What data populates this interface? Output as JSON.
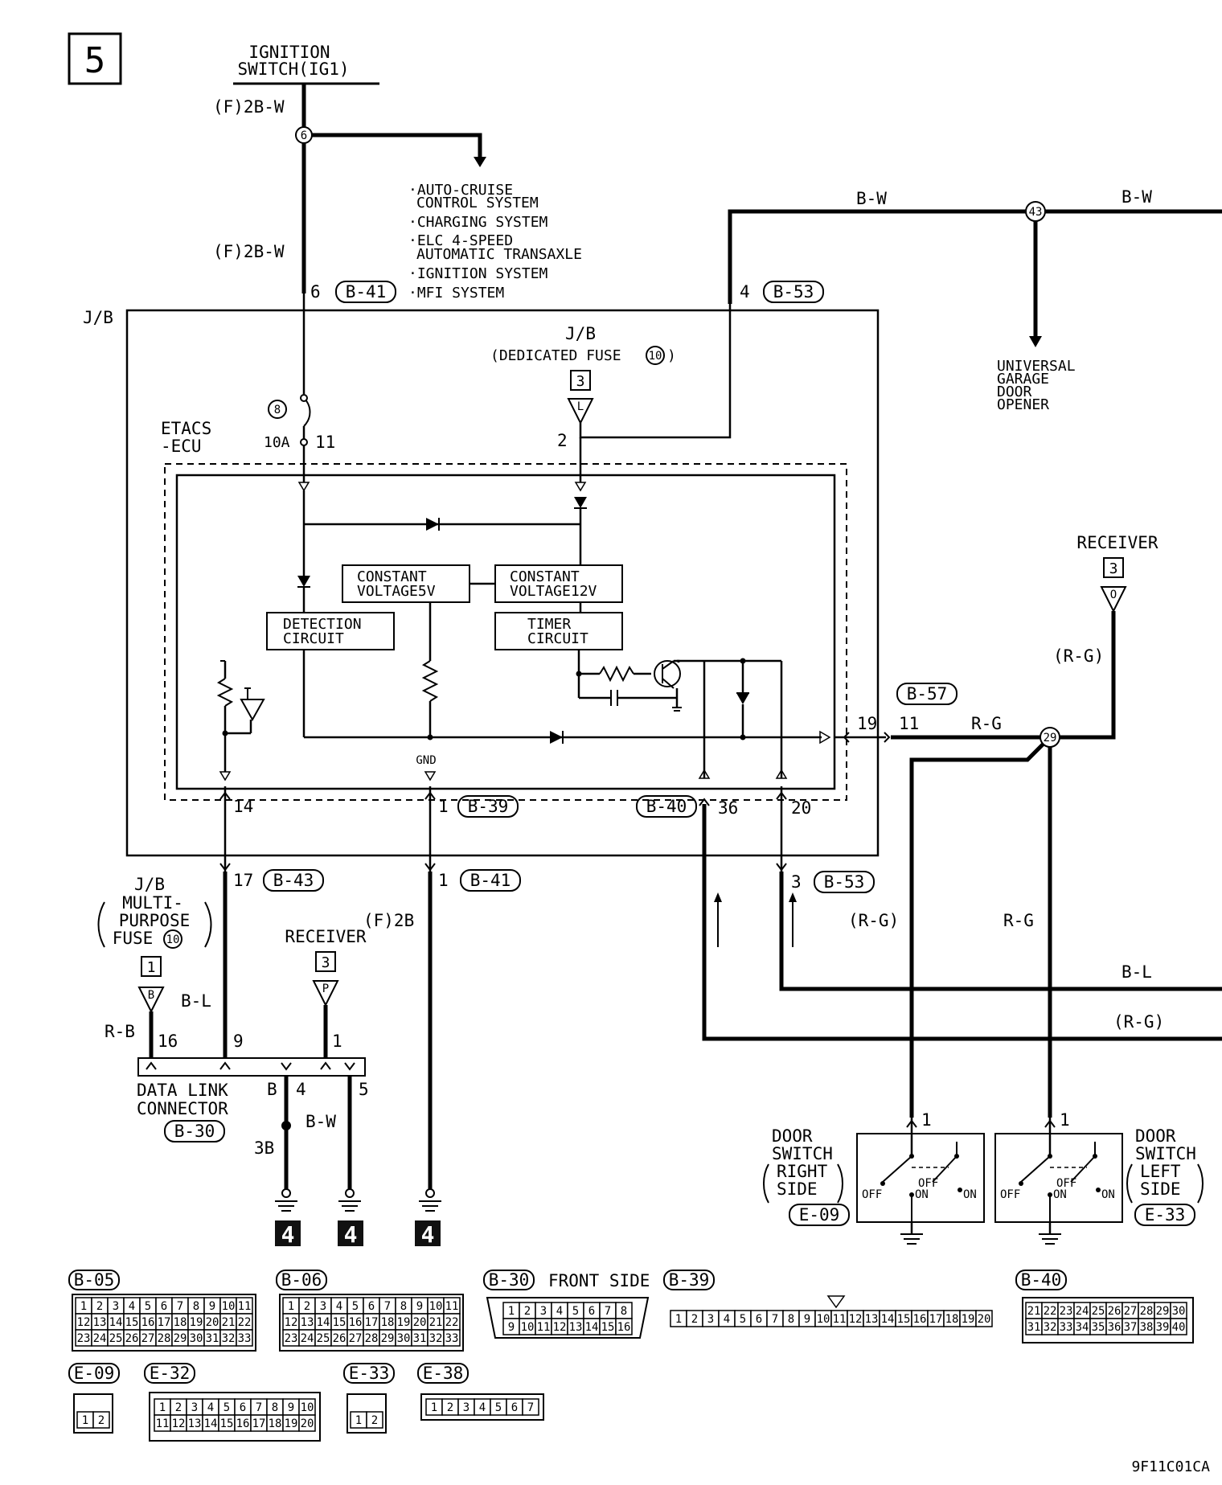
{
  "page_number": "5",
  "ignition_switch": {
    "line1": "IGNITION",
    "line2": "SWITCH(IG1)"
  },
  "wire_fb2bw_top": "(F)2B-W",
  "wire_fb2bw_mid": "(F)2B-W",
  "junction_6": "6",
  "branch_systems": [
    {
      "text": "·AUTO-CRUISE"
    },
    {
      "text": "CONTROL SYSTEM"
    },
    {
      "text": "·CHARGING SYSTEM"
    },
    {
      "text": "·ELC 4-SPEED"
    },
    {
      "text": "AUTOMATIC TRANSAXLE"
    },
    {
      "text": "·IGNITION SYSTEM"
    },
    {
      "text": "·MFI SYSTEM"
    }
  ],
  "jb_label": "J/B",
  "pin_6": "6",
  "conn_b41_top": "B-41",
  "pin_4": "4",
  "conn_b53_top": "B-53",
  "wire_bw_left": "B-W",
  "wire_bw_right": "B-W",
  "junction_43": "43",
  "universal_garage": [
    "UNIVERSAL",
    "GARAGE",
    "DOOR",
    "OPENER"
  ],
  "jb_dedicated": {
    "line1": "J/B",
    "line2": "(DEDICATED FUSE",
    "fuse": "10",
    "line2_end": ")",
    "box": "3",
    "conn": "L"
  },
  "fuse_8": "8",
  "fuse_10a": "10A",
  "pin_11_top": "11",
  "pin_2": "2",
  "etacs": {
    "line1": "ETACS",
    "line2": "-ECU"
  },
  "constant_5v": {
    "line1": "CONSTANT",
    "line2": "VOLTAGE5V"
  },
  "constant_12v": {
    "line1": "CONSTANT",
    "line2": "VOLTAGE12V"
  },
  "detection": {
    "line1": "DETECTION",
    "line2": "CIRCUIT"
  },
  "timer": {
    "line1": "TIMER",
    "line2": "CIRCUIT"
  },
  "gnd": "GND",
  "receiver_right": {
    "label": "RECEIVER",
    "box": "3",
    "conn": "O"
  },
  "wire_rg_paren_top": "(R-G)",
  "conn_b57": "B-57",
  "pin_19": "19",
  "pin_11_right": "11",
  "wire_rg_right": "R-G",
  "junction_29": "29",
  "pin_14": "14",
  "pin_1_b39": "1",
  "conn_b39": "B-39",
  "conn_b40": "B-40",
  "pin_36": "36",
  "pin_20": "20",
  "pin_17": "17",
  "conn_b43": "B-43",
  "pin_1_b41": "1",
  "conn_b41_bottom": "B-41",
  "pin_3": "3",
  "conn_b53_bottom": "B-53",
  "wire_f2b": "(F)2B",
  "wire_rg_paren_mid": "(R-G)",
  "wire_rg_mid": "R-G",
  "jb_multi": {
    "line1": "J/B",
    "line2": "MULTI-",
    "line3": "PURPOSE",
    "line4": "FUSE",
    "fuse": "10",
    "box": "1",
    "conn": "B"
  },
  "receiver_left": {
    "label": "RECEIVER",
    "box": "3",
    "conn": "P"
  },
  "wire_bl_left": "B-L",
  "wire_rb": "R-B",
  "wire_bl_right": "B-L",
  "wire_rg_bottom": "(R-G)",
  "dlc_pins": [
    "16",
    "9",
    "1",
    "4",
    "5"
  ],
  "dlc": {
    "line1": "DATA LINK",
    "line2": "CONNECTOR",
    "conn": "B-30"
  },
  "wire_b": "B",
  "wire_bw_bottom": "B-W",
  "wire_3b": "3B",
  "ground_ref": "4",
  "door_right": {
    "line1": "DOOR",
    "line2": "SWITCH",
    "line3": "RIGHT",
    "line4": "SIDE",
    "conn": "E-09",
    "pin": "1",
    "off": "OFF",
    "off2": "OFF",
    "on": "ON",
    "on2": "ON"
  },
  "door_left": {
    "line1": "DOOR",
    "line2": "SWITCH",
    "line3": "LEFT",
    "line4": "SIDE",
    "conn": "E-33",
    "pin": "1",
    "off": "OFF",
    "off2": "OFF",
    "on": "ON",
    "on2": "ON"
  },
  "connectors": {
    "b05": "B-05",
    "b06": "B-06",
    "b30": "B-30",
    "front_side": "FRONT SIDE",
    "b39": "B-39",
    "b40": "B-40",
    "e09": "E-09",
    "e32": "E-32",
    "e33": "E-33",
    "e38": "E-38"
  },
  "figure_code": "9F11C01CA"
}
